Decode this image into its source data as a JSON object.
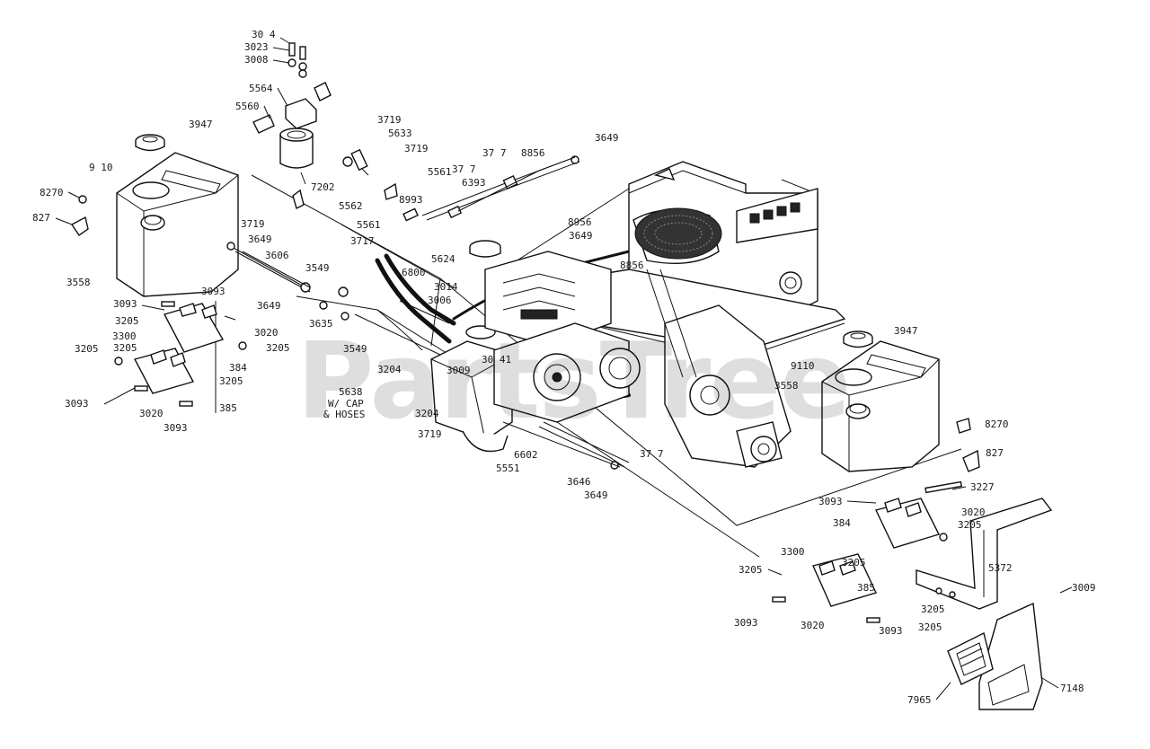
{
  "watermark": "PartsTree",
  "callouts": [
    {
      "id": "c-3014a",
      "text": "30 4"
    },
    {
      "id": "c-3023",
      "text": "3023"
    },
    {
      "id": "c-3008",
      "text": "3008"
    },
    {
      "id": "c-5564",
      "text": "5564"
    },
    {
      "id": "c-5560",
      "text": "5560"
    },
    {
      "id": "c-7202",
      "text": "7202"
    },
    {
      "id": "c-3947a",
      "text": "3947"
    },
    {
      "id": "c-9110a",
      "text": "9 10"
    },
    {
      "id": "c-8270a",
      "text": "8270"
    },
    {
      "id": "c-827a",
      "text": "827"
    },
    {
      "id": "c-3558a",
      "text": "3558"
    },
    {
      "id": "c-3719a",
      "text": "3719"
    },
    {
      "id": "c-3649a",
      "text": "3649"
    },
    {
      "id": "c-3606",
      "text": "3606"
    },
    {
      "id": "c-3719b",
      "text": "3719"
    },
    {
      "id": "c-5633",
      "text": "5633"
    },
    {
      "id": "c-3719c",
      "text": "3719"
    },
    {
      "id": "c-3717a",
      "text": "37 7"
    },
    {
      "id": "c-8856a",
      "text": "8856"
    },
    {
      "id": "c-3649b",
      "text": "3649"
    },
    {
      "id": "c-5561a",
      "text": "5561"
    },
    {
      "id": "c-3717b",
      "text": "37 7"
    },
    {
      "id": "c-6393",
      "text": "6393"
    },
    {
      "id": "c-5562",
      "text": "5562"
    },
    {
      "id": "c-8993",
      "text": "8993"
    },
    {
      "id": "c-5561b",
      "text": "5561"
    },
    {
      "id": "c-3717c",
      "text": "3717"
    },
    {
      "id": "c-8956",
      "text": "8956"
    },
    {
      "id": "c-3649c",
      "text": "3649"
    },
    {
      "id": "c-5624",
      "text": "5624"
    },
    {
      "id": "c-6800",
      "text": "6800"
    },
    {
      "id": "c-8856b",
      "text": "8856"
    },
    {
      "id": "c-3549a",
      "text": "3549"
    },
    {
      "id": "c-3649d",
      "text": "3649"
    },
    {
      "id": "c-3635",
      "text": "3635"
    },
    {
      "id": "c-3549b",
      "text": "3549"
    },
    {
      "id": "c-3014b",
      "text": "3014"
    },
    {
      "id": "c-3006",
      "text": "3006"
    },
    {
      "id": "c-3093a",
      "text": "3093"
    },
    {
      "id": "c-3093b",
      "text": "3093"
    },
    {
      "id": "c-3205a",
      "text": "3205"
    },
    {
      "id": "c-3020a",
      "text": "3020"
    },
    {
      "id": "c-3205b",
      "text": "3205"
    },
    {
      "id": "c-3205c",
      "text": "3205"
    },
    {
      "id": "c-3300a",
      "text": "3300"
    },
    {
      "id": "c-384a",
      "text": "384"
    },
    {
      "id": "c-3205d",
      "text": "3205"
    },
    {
      "id": "c-3205e",
      "text": "3205"
    },
    {
      "id": "c-3093c",
      "text": "3093"
    },
    {
      "id": "c-3020b",
      "text": "3020"
    },
    {
      "id": "c-385a",
      "text": "385"
    },
    {
      "id": "c-3093d",
      "text": "3093"
    },
    {
      "id": "c-3204a",
      "text": "3204"
    },
    {
      "id": "c-3009a",
      "text": "3009"
    },
    {
      "id": "c-3041",
      "text": "30 41"
    },
    {
      "id": "c-5638",
      "text": "5638"
    },
    {
      "id": "c-wcap",
      "text": "W/ CAP"
    },
    {
      "id": "c-hoses",
      "text": "& HOSES"
    },
    {
      "id": "c-3204b",
      "text": "3204"
    },
    {
      "id": "c-3719d",
      "text": "3719"
    },
    {
      "id": "c-6602",
      "text": "6602"
    },
    {
      "id": "c-5551",
      "text": "5551"
    },
    {
      "id": "c-3717d",
      "text": "37 7"
    },
    {
      "id": "c-3646",
      "text": "3646"
    },
    {
      "id": "c-3649e",
      "text": "3649"
    },
    {
      "id": "c-3947b",
      "text": "3947"
    },
    {
      "id": "c-9110b",
      "text": "9110"
    },
    {
      "id": "c-3558b",
      "text": "3558"
    },
    {
      "id": "c-8270b",
      "text": "8270"
    },
    {
      "id": "c-827b",
      "text": "827"
    },
    {
      "id": "c-3093e",
      "text": "3093"
    },
    {
      "id": "c-3227",
      "text": "3227"
    },
    {
      "id": "c-384b",
      "text": "384"
    },
    {
      "id": "c-3020c",
      "text": "3020"
    },
    {
      "id": "c-3205f",
      "text": "3205"
    },
    {
      "id": "c-3300b",
      "text": "3300"
    },
    {
      "id": "c-3205g",
      "text": "3205"
    },
    {
      "id": "c-3205h",
      "text": "3205"
    },
    {
      "id": "c-385b",
      "text": "385"
    },
    {
      "id": "c-5372",
      "text": "5372"
    },
    {
      "id": "c-3205i",
      "text": "3205"
    },
    {
      "id": "c-3009b",
      "text": "3009"
    },
    {
      "id": "c-3093f",
      "text": "3093"
    },
    {
      "id": "c-3020d",
      "text": "3020"
    },
    {
      "id": "c-3093g",
      "text": "3093"
    },
    {
      "id": "c-3205j",
      "text": "3205"
    },
    {
      "id": "c-7965",
      "text": "7965"
    },
    {
      "id": "c-7148",
      "text": "7148"
    }
  ]
}
